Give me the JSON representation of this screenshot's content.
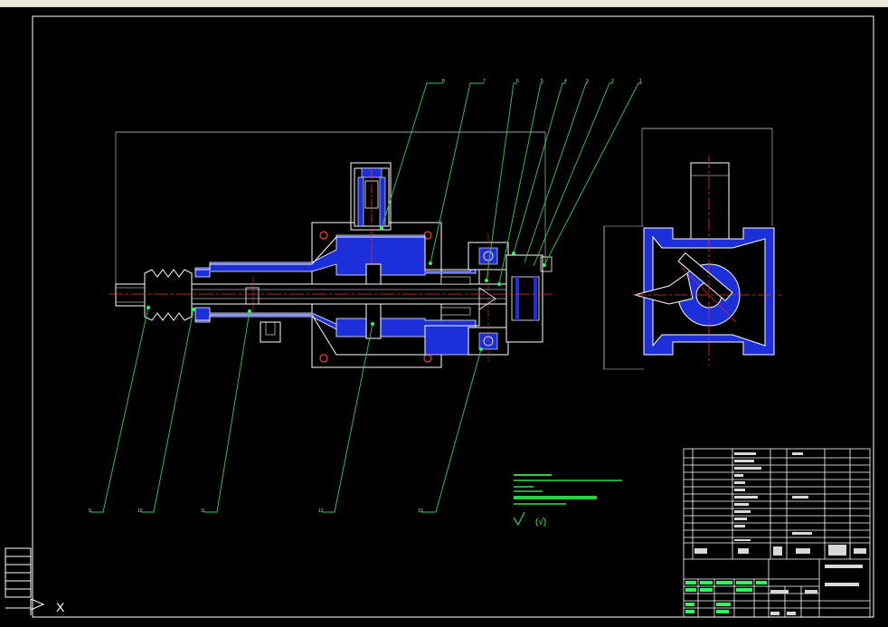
{
  "toolbar": {
    "segments": [
      "",
      "",
      "",
      "",
      ""
    ],
    "left_label": "",
    "right_label": ""
  },
  "drawing": {
    "background": "#000000",
    "colors": {
      "frame": "#ffffff",
      "section": "#1c2fd8",
      "centerline": "#ff2a2a",
      "leader": "#2ad14a",
      "dim": "#d8d8d8",
      "text_green": "#2aff5a"
    },
    "part_numbers_top": [
      "8",
      "7",
      "6",
      "5",
      "4",
      "3",
      "2",
      "1"
    ],
    "part_numbers_bottom": [
      "9",
      "10",
      "11",
      "12",
      "13"
    ],
    "dims": {
      "main_length": "",
      "side_width": "",
      "side_height": ""
    },
    "technical_requirements": {
      "title": "",
      "lines": [
        "",
        "",
        "",
        ""
      ],
      "roughness": "",
      "check": "(√)"
    },
    "ucs_label": "X",
    "title_block": {
      "rows": [
        "",
        "",
        "",
        "",
        "",
        "",
        "",
        "",
        "",
        "",
        "",
        ""
      ],
      "header": [
        "",
        "",
        "",
        "",
        "",
        ""
      ],
      "school": "",
      "scale": "",
      "sheet": ""
    }
  }
}
